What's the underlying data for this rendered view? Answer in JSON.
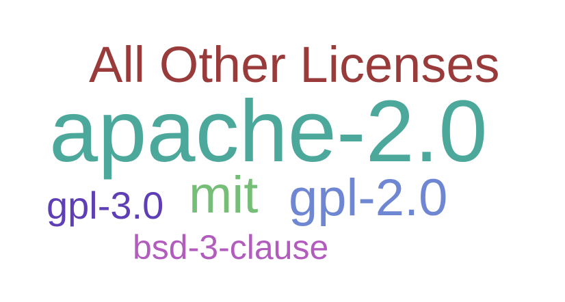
{
  "word_cloud": {
    "words": [
      {
        "text": "All Other Licenses",
        "color": "#983b3a"
      },
      {
        "text": "apache-2.0",
        "color": "#4da89c"
      },
      {
        "text": "mit",
        "color": "#76bd78"
      },
      {
        "text": "gpl-2.0",
        "color": "#6f86d2"
      },
      {
        "text": "gpl-3.0",
        "color": "#5e3fb5"
      },
      {
        "text": "bsd-3-clause",
        "color": "#b25dbd"
      }
    ]
  }
}
